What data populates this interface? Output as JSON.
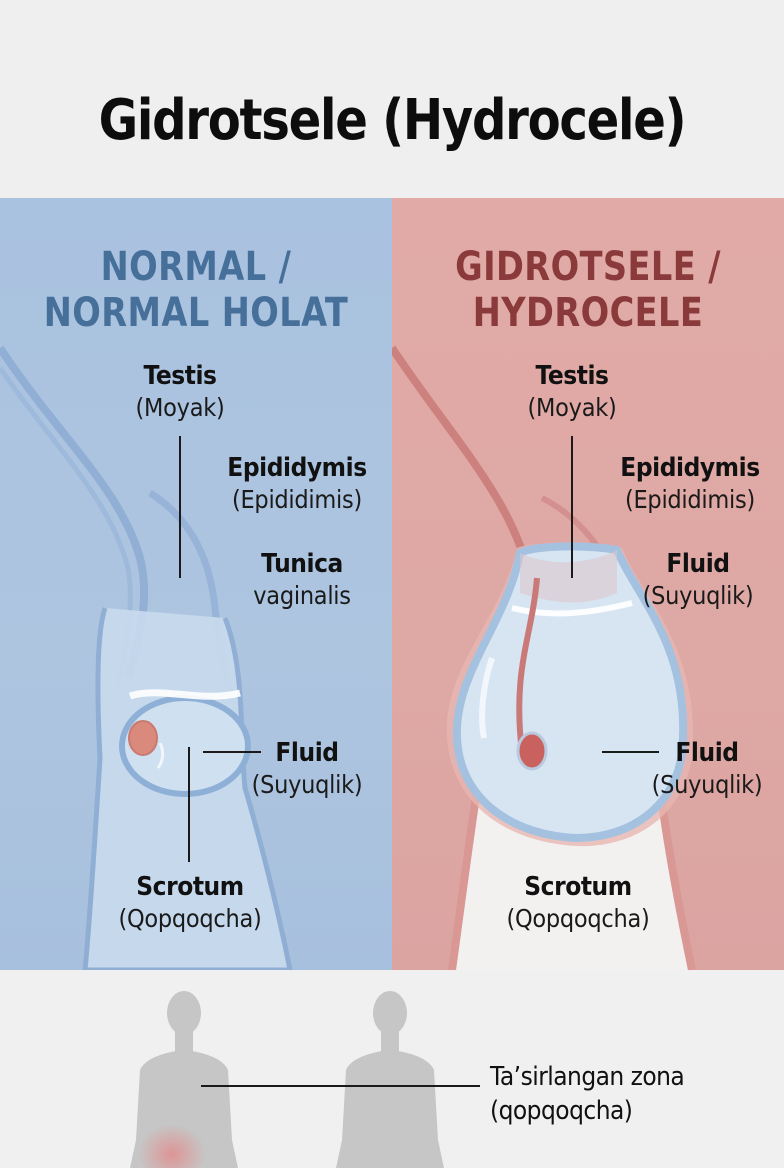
{
  "title": "Gidrotsele (Hydrocele)",
  "colors": {
    "normal_panel_bg": "#aec5e0",
    "normal_heading": "#466f9a",
    "hydrocele_panel_bg": "#dea8a4",
    "hydrocele_heading": "#8a3a3a",
    "testis_fill": "#d98a7c",
    "fluid_fill": "#dbe7f3",
    "silhouette": "#c6c6c6",
    "affected_zone": "#e08f8f"
  },
  "panels": {
    "normal": {
      "heading_line1": "NORMAL /",
      "heading_line2": "NORMAL HOLAT",
      "labels": {
        "testis": {
          "en": "Testis",
          "uz": "(Moyak)"
        },
        "epididymis": {
          "en": "Epididymis",
          "uz": "(Epididimis)"
        },
        "tunica": {
          "en": "Tunica",
          "uz": "vaginalis"
        },
        "fluid": {
          "en": "Fluid",
          "uz": "(Suyuqlik)"
        },
        "scrotum": {
          "en": "Scrotum",
          "uz": "(Qopqoqcha)"
        }
      }
    },
    "hydrocele": {
      "heading_line1": "GIDROTSELE /",
      "heading_line2": "HYDROCELE",
      "labels": {
        "testis": {
          "en": "Testis",
          "uz": "(Moyak)"
        },
        "epididymis": {
          "en": "Epididymis",
          "uz": "(Epididimis)"
        },
        "fluid_upper": {
          "en": "Fluid",
          "uz": "(Suyuqlik)"
        },
        "fluid": {
          "en": "Fluid",
          "uz": "(Suyuqlik)"
        },
        "scrotum": {
          "en": "Scrotum",
          "uz": "(Qopqoqcha)"
        }
      }
    }
  },
  "bottom": {
    "zone_label_line1": "Ta’sirlangan zona",
    "zone_label_line2": "(qopqoqcha)"
  }
}
